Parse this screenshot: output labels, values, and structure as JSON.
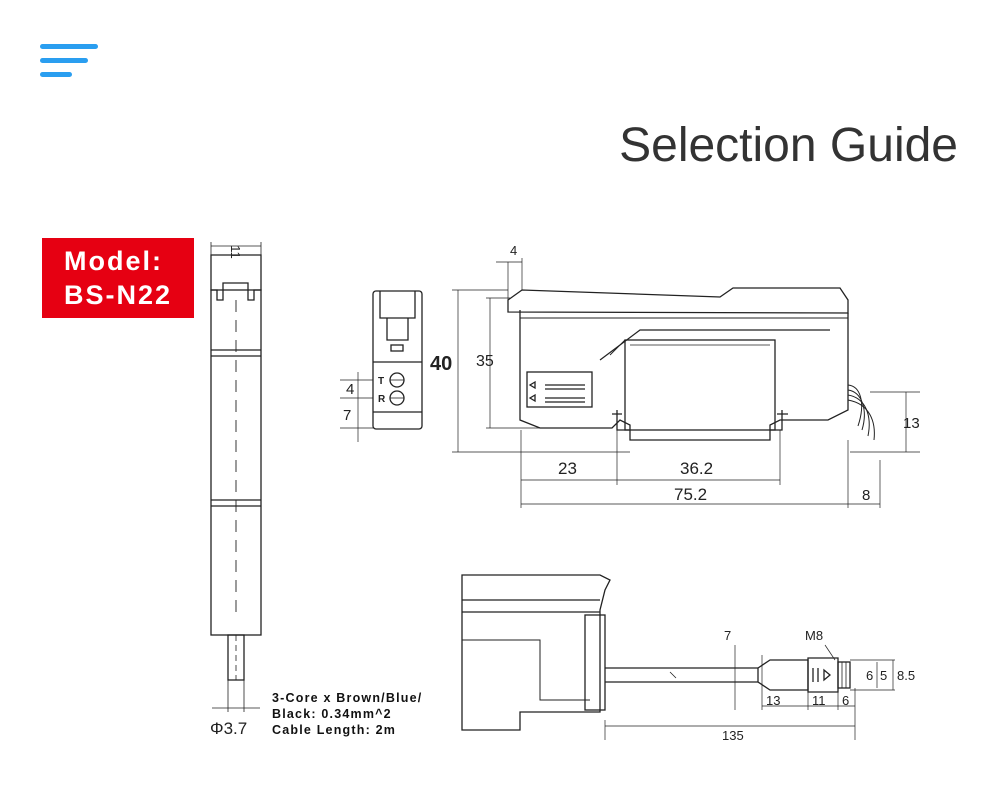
{
  "header": {
    "menu_icon": "hamburger-menu-icon",
    "title": "Selection Guide",
    "accent_color": "#2a9ef0"
  },
  "model_badge": {
    "line1": "Model:",
    "line2": "BS-N22",
    "color": "#e60012"
  },
  "drawing": {
    "dims": {
      "side_width": "11",
      "cable_diameter": "Φ3.7",
      "gap_top": "4",
      "height_total": "40",
      "height_body": "35",
      "front_t_spacing": "4",
      "front_r_spacing": "7",
      "led_t": "T",
      "led_r": "R",
      "rail_offset": "23",
      "rail_width": "36.2",
      "body_length": "75.2",
      "cable_offset": "8",
      "cable_height": "13",
      "conn_thread": "M8",
      "conn_7": "7",
      "conn_6": "6",
      "conn_5": "5",
      "conn_85": "8.5",
      "conn_13": "13",
      "conn_11": "11",
      "conn_6b": "6",
      "cable_length": "135"
    }
  },
  "spec": {
    "line1": "3-Core x Brown/Blue/",
    "line2": "Black: 0.34mm^2",
    "line3": "Cable Length: 2m"
  }
}
